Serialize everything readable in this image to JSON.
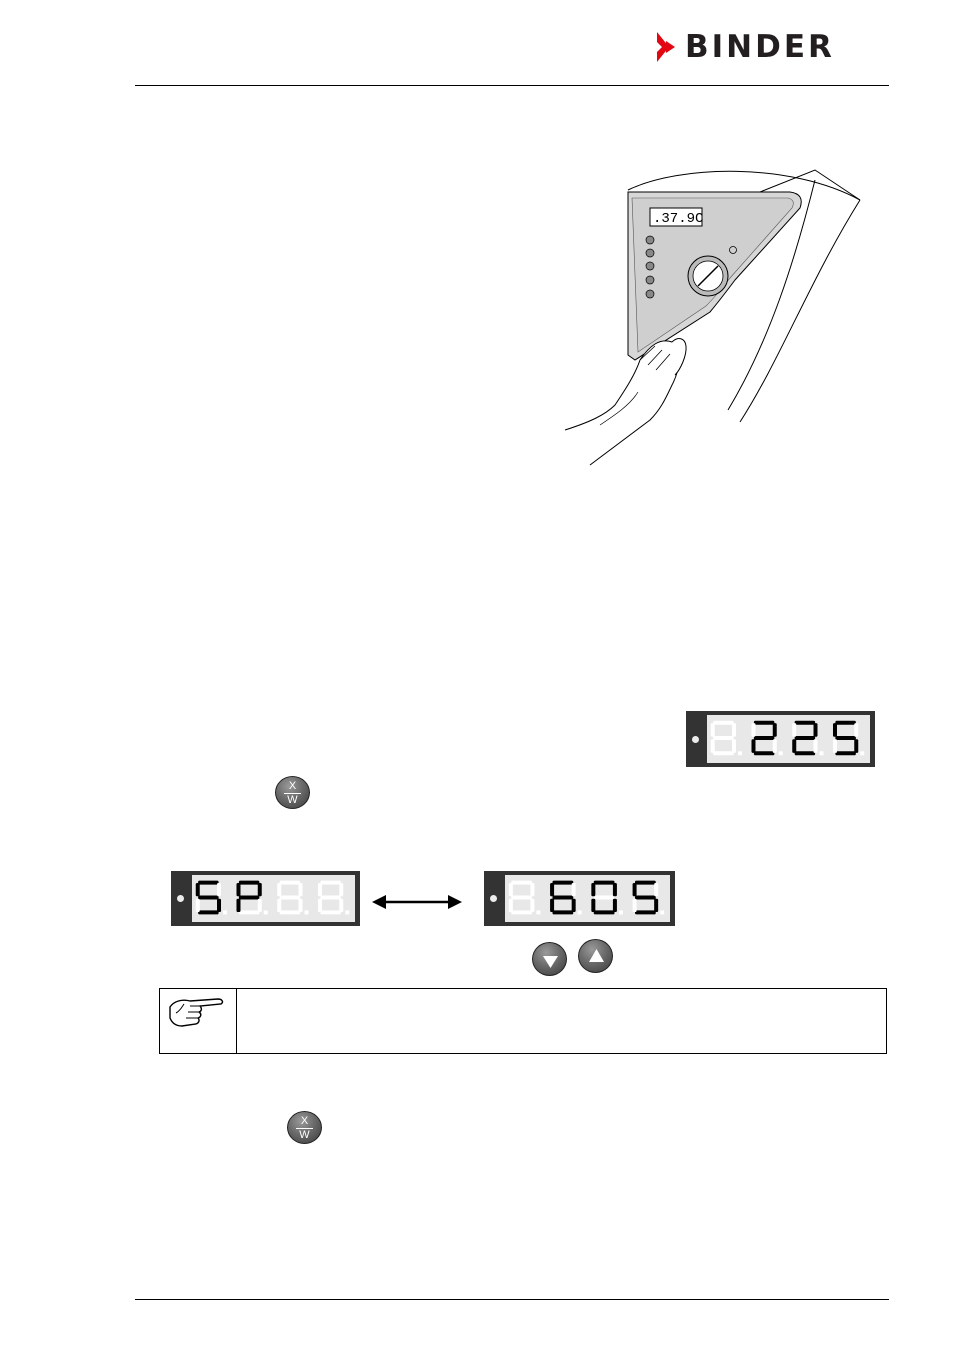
{
  "header": {
    "brand": "BINDER",
    "brand_color": "#e30613"
  },
  "figure": {
    "device_display_text": ".37.9C",
    "icons": [
      "hand-operating-controller-illustration"
    ]
  },
  "displays": {
    "current_value": {
      "digits": [
        "8",
        "2",
        "2",
        "5"
      ],
      "lit": [
        false,
        true,
        true,
        true
      ]
    },
    "setpoint_label": {
      "digits": [
        "S",
        "P",
        "8",
        "8"
      ],
      "lit": [
        true,
        true,
        false,
        false
      ]
    },
    "setpoint_value": {
      "digits": [
        "8",
        "6",
        "0",
        "5"
      ],
      "lit": [
        false,
        true,
        true,
        true
      ]
    }
  },
  "buttons": {
    "xw_top": "X",
    "xw_bottom": "W",
    "down_icon": "triangle-down-icon",
    "up_icon": "triangle-up-icon"
  },
  "note": {
    "icon": "pointing-hand-icon"
  },
  "colors": {
    "display_frame": "#333333",
    "display_screen": "#e8e8e8",
    "segment_on": "#000000",
    "segment_off": "#ffffff"
  }
}
